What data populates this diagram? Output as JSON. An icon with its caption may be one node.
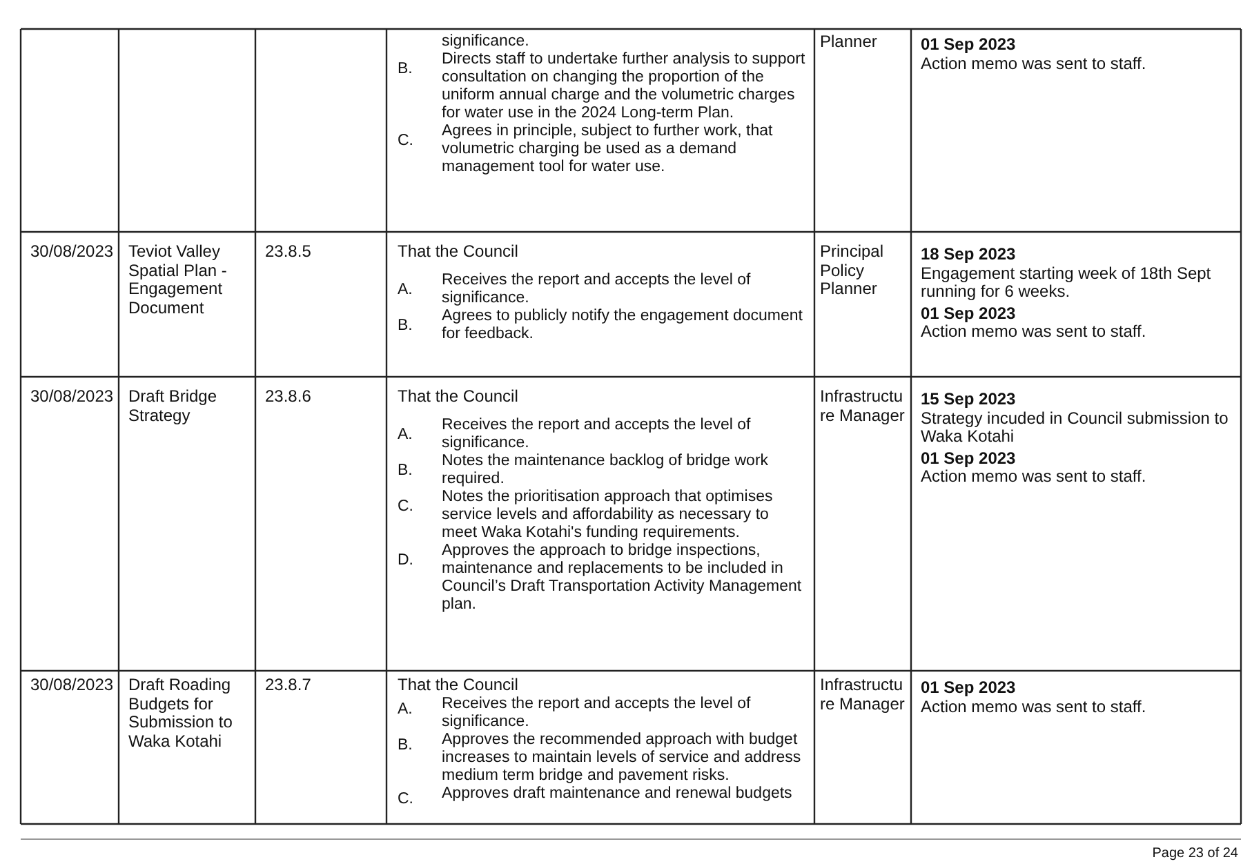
{
  "diagram": {
    "labels": [
      "significance.",
      "B.",
      "Directs staff to undertake further analysis to support consultation on changing the proportion of the uniform annual charge and the volumetric charges for water use in the 2024 Long-term Plan.",
      "C.",
      "Agrees in principle, subject to further work, that volumetric charging be used as a demand management tool for water use.",
      "Planner",
      "01 Sep 2023",
      "Action memo was sent to staff.",
      "30/08/2023",
      "Teviot Valley Spatial Plan - Engagement Document",
      "23.8.5",
      "That the Council",
      "A.",
      "Receives the report and accepts the level of significance.",
      "B.",
      "Agrees to publicly notify the engagement document for feedback.",
      "Principal Policy Planner",
      "18 Sep 2023",
      "Engagement starting week of 18th Sept running for 6 weeks.",
      "01 Sep 2023",
      "Action memo was sent to staff.",
      "30/08/2023",
      "Draft Bridge Strategy",
      "23.8.6",
      "That the Council",
      "A.",
      "Receives the report and accepts the level of significance.",
      "B.",
      "Notes the maintenance backlog of bridge work required.",
      "C.",
      "Notes the prioritisation approach that optimises service levels and affordability as necessary to meet Waka Kotahi's funding requirements.",
      "D.",
      "Approves the approach to bridge inspections, maintenance and replacements to be included in Council’s Draft Transportation Activity Management plan.",
      "Infrastructu re Manager",
      "15 Sep 2023",
      "Strategy incuded in Council submission to Waka Kotahi",
      "01 Sep 2023",
      "Action memo was sent to staff.",
      "30/08/2023",
      "Draft Roading Budgets for Submission to Waka Kotahi",
      "23.8.7",
      "That the Council",
      "A.",
      "Receives the report and accepts the level of significance.",
      "B.",
      "Approves the recommended approach with budget increases to maintain levels of service and address medium term bridge and pavement risks.",
      "C.",
      "Approves draft maintenance and renewal budgets",
      "Infrastructu re Manager",
      "01 Sep 2023",
      "Action memo was sent to staff.",
      "Page 23 of 24"
    ]
  }
}
